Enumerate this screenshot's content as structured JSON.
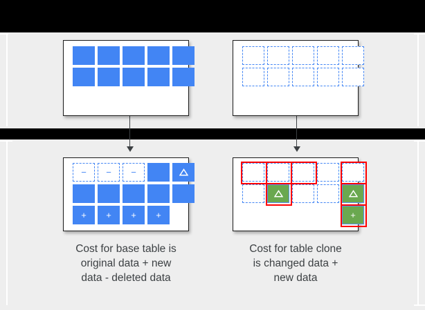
{
  "slide": {
    "background_color": "#eeeeee",
    "bar_color": "#000000",
    "accent_blue": "#4285f4",
    "accent_green": "#6aa84f",
    "highlight_red": "#ff0000",
    "text_color": "#3c4043"
  },
  "tables": {
    "top_left": {
      "name": "base-table-original",
      "rows": [
        [
          "filled",
          "filled",
          "filled",
          "filled",
          "filled"
        ],
        [
          "filled",
          "filled",
          "filled",
          "filled",
          "filled"
        ]
      ],
      "glyphs": [
        [
          "",
          "",
          "",
          "",
          ""
        ],
        [
          "",
          "",
          "",
          "",
          ""
        ]
      ],
      "rings": [
        [
          false,
          false,
          false,
          false,
          false
        ],
        [
          false,
          false,
          false,
          false,
          false
        ]
      ]
    },
    "top_right": {
      "name": "table-clone-original",
      "rows": [
        [
          "dashed",
          "dashed",
          "dashed",
          "dashed",
          "dashed"
        ],
        [
          "dashed",
          "dashed",
          "dashed",
          "dashed",
          "dashed"
        ]
      ],
      "glyphs": [
        [
          "",
          "",
          "",
          "",
          ""
        ],
        [
          "",
          "",
          "",
          "",
          ""
        ]
      ],
      "rings": [
        [
          false,
          false,
          false,
          false,
          false
        ],
        [
          false,
          false,
          false,
          false,
          false
        ]
      ]
    },
    "bottom_left": {
      "name": "base-table-after",
      "rows": [
        [
          "dashed",
          "dashed",
          "dashed",
          "filled",
          "filled"
        ],
        [
          "filled",
          "filled",
          "filled",
          "filled",
          "filled"
        ],
        [
          "filled",
          "filled",
          "filled",
          "filled",
          "empty"
        ]
      ],
      "glyphs": [
        [
          "minus",
          "minus",
          "minus",
          "",
          "delta"
        ],
        [
          "",
          "",
          "",
          "",
          ""
        ],
        [
          "plus",
          "plus",
          "plus",
          "plus",
          ""
        ]
      ],
      "rings": [
        [
          false,
          false,
          false,
          false,
          false
        ],
        [
          false,
          false,
          false,
          false,
          false
        ],
        [
          false,
          false,
          false,
          false,
          false
        ]
      ]
    },
    "bottom_right": {
      "name": "table-clone-after",
      "rows": [
        [
          "dashed",
          "dashed",
          "dashed",
          "dashed",
          "dashed"
        ],
        [
          "dashed",
          "green",
          "dashed",
          "dashed",
          "green"
        ],
        [
          "empty",
          "empty",
          "empty",
          "empty",
          "green"
        ]
      ],
      "glyphs": [
        [
          "",
          "",
          "",
          "",
          ""
        ],
        [
          "",
          "delta",
          "",
          "",
          "delta"
        ],
        [
          "",
          "",
          "",
          "",
          "plus"
        ]
      ],
      "rings": [
        [
          true,
          true,
          true,
          false,
          true
        ],
        [
          false,
          true,
          false,
          false,
          true
        ],
        [
          false,
          false,
          false,
          false,
          true
        ]
      ]
    }
  },
  "icons": {
    "minus": "−",
    "plus": "+",
    "delta": "△"
  },
  "captions": {
    "left": "Cost for base table is\noriginal data + new\ndata - deleted data",
    "right": "Cost for table clone\nis changed data +\nnew data"
  },
  "arrows": {
    "left": {
      "name": "arrow-base-table"
    },
    "right": {
      "name": "arrow-table-clone"
    }
  }
}
